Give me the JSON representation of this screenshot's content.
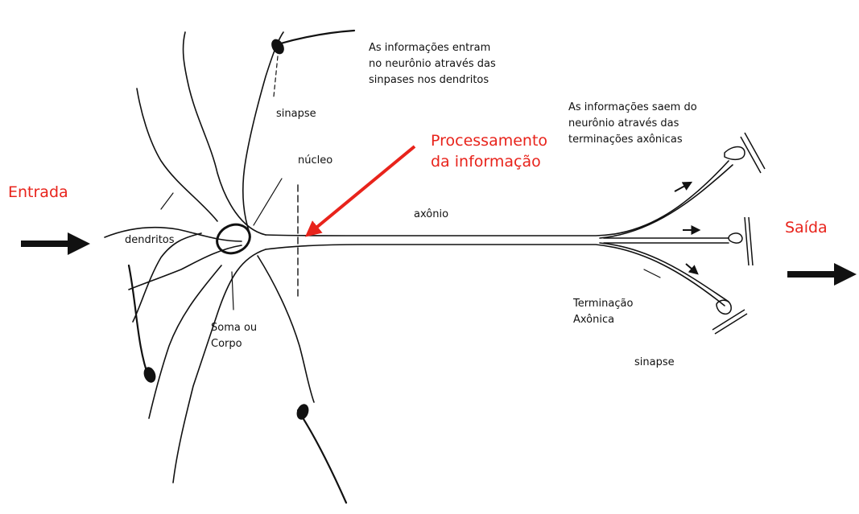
{
  "labels": {
    "entrada": "Entrada",
    "saida": "Saída",
    "processamento": [
      "Processamento",
      "da informação"
    ],
    "info_entram": [
      "As informações entram",
      "no neurônio através das",
      "sinpases nos dendritos"
    ],
    "info_saem": [
      "As informações saem do",
      "neurônio através das",
      "terminações axônicas"
    ],
    "sinapse_top": "sinapse",
    "nucleo": "núcleo",
    "axonio": "axônio",
    "dendritos": "dendritos",
    "soma": [
      "Soma ou",
      "Corpo"
    ],
    "terminacao": [
      "Terminação",
      "Axônica"
    ],
    "sinapse_bottom": "sinapse"
  },
  "colors": {
    "accent_red": "#e8231b",
    "ink": "#111111"
  }
}
